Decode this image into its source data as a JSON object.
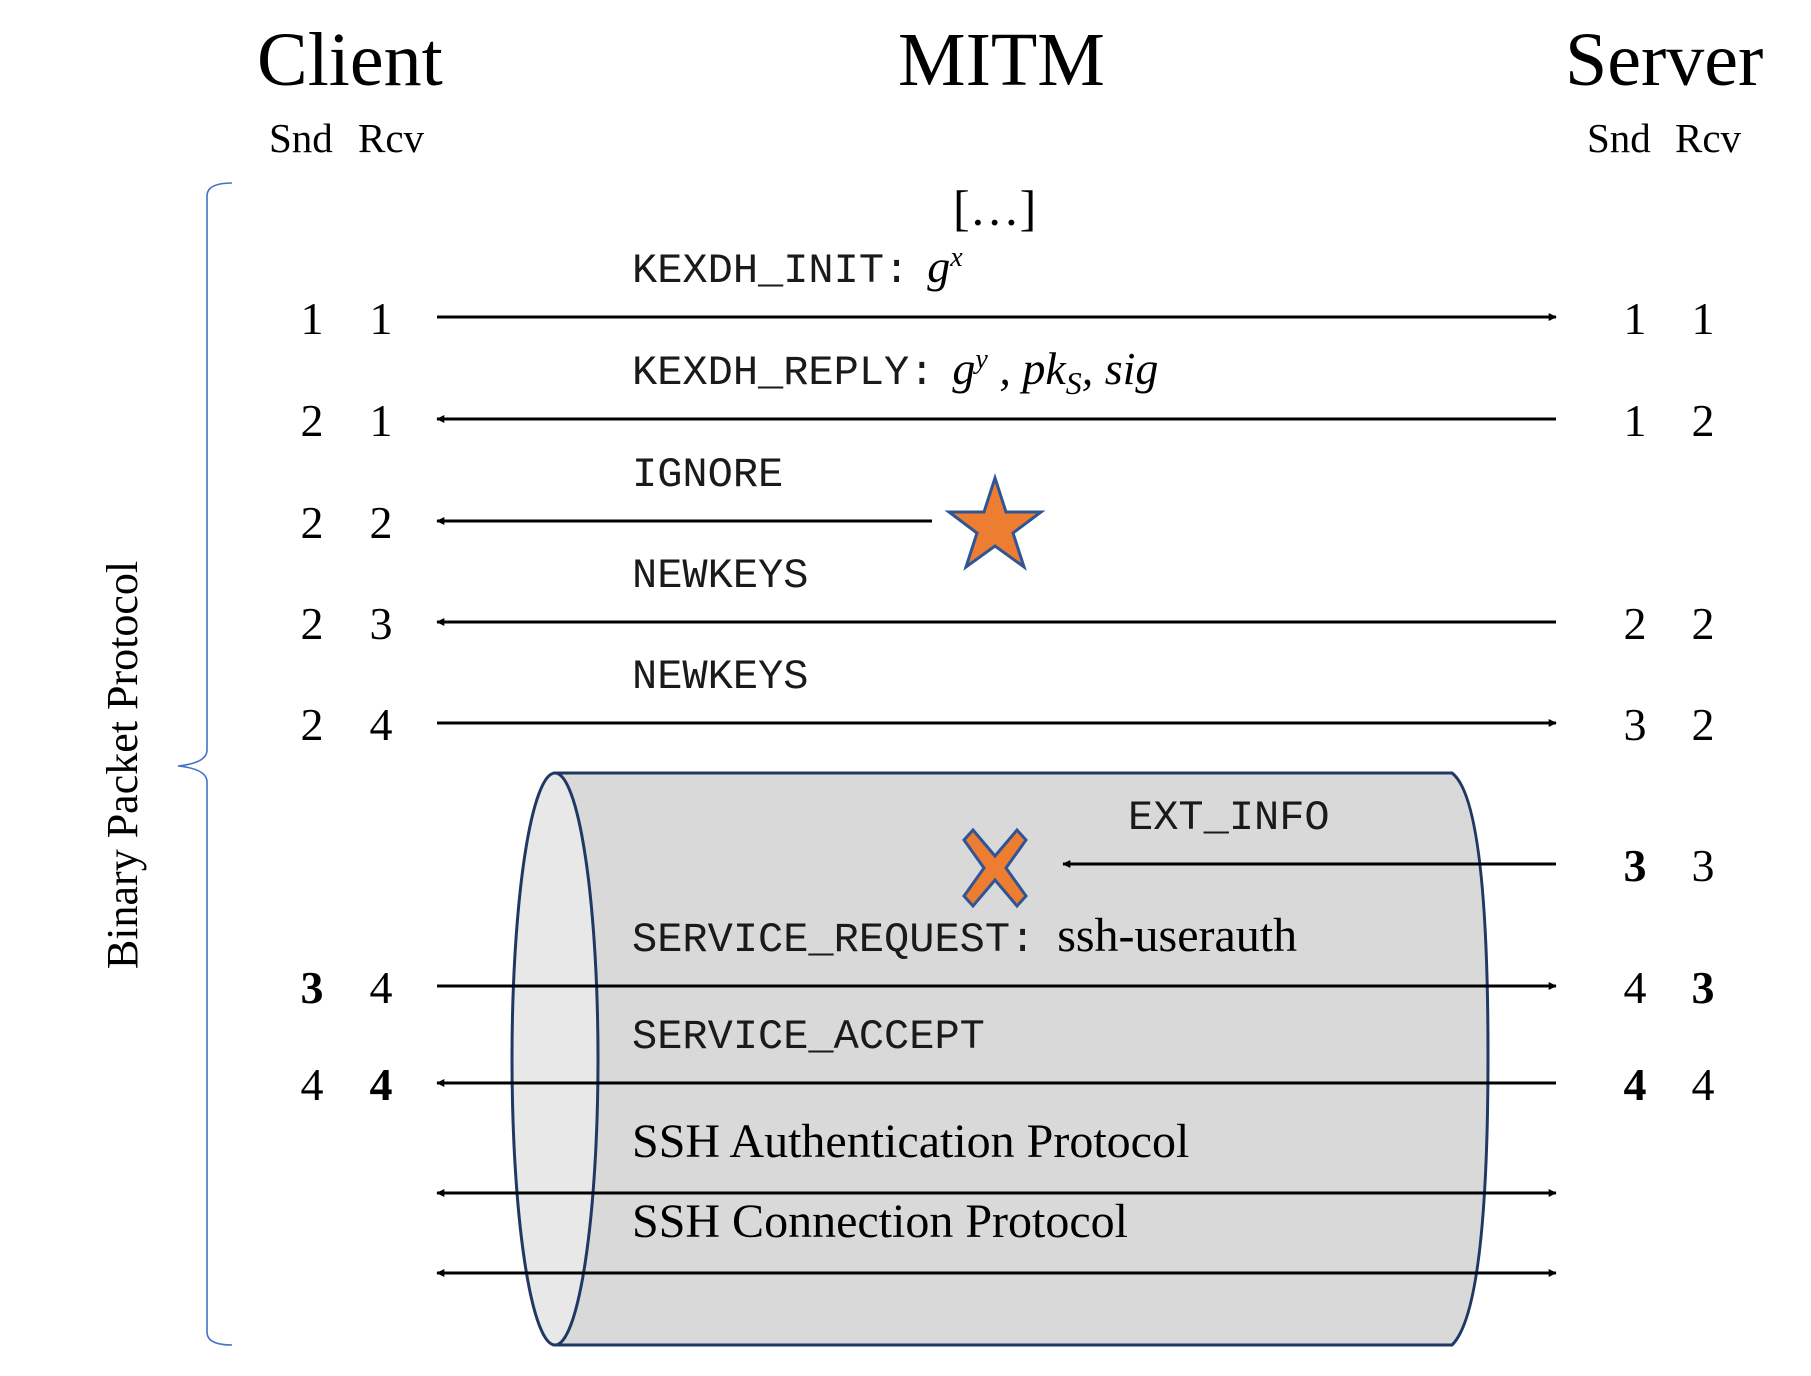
{
  "headers": {
    "client": "Client",
    "mitm": "MITM",
    "server": "Server",
    "client_counters": {
      "snd": "Snd",
      "rcv": "Rcv"
    },
    "server_counters": {
      "snd": "Snd",
      "rcv": "Rcv"
    }
  },
  "ellipsis": "[…]",
  "bracket_label": "Binary Packet Protocol",
  "colors": {
    "bracket": "#4472c4",
    "cylinder_fill": "#d9d9d9",
    "cylinder_cap": "#e8e8e8",
    "cylinder_stroke": "#1f3864",
    "marker_fill": "#ed7d31",
    "marker_stroke": "#2f5597",
    "arrow": "#000000"
  },
  "messages": [
    {
      "label": "KEXDH_INIT:",
      "math": "g",
      "math_sup": "x",
      "direction": "client-to-server",
      "client": {
        "snd": "1",
        "rcv": "1",
        "snd_bold": false,
        "rcv_bold": false
      },
      "server": {
        "snd": "1",
        "rcv": "1",
        "snd_bold": false,
        "rcv_bold": false
      }
    },
    {
      "label": "KEXDH_REPLY:",
      "math": "g",
      "math_sup": "y",
      "math_rest": ", pk",
      "math_sub": "S",
      "math_tail": ", sig",
      "direction": "server-to-client",
      "client": {
        "snd": "2",
        "rcv": "1",
        "snd_bold": false,
        "rcv_bold": false
      },
      "server": {
        "snd": "1",
        "rcv": "2",
        "snd_bold": false,
        "rcv_bold": false
      }
    },
    {
      "label": "IGNORE",
      "direction": "mitm-to-client",
      "marker": "star-icon",
      "client": {
        "snd": "2",
        "rcv": "2",
        "snd_bold": false,
        "rcv_bold": false
      }
    },
    {
      "label": "NEWKEYS",
      "direction": "server-to-client",
      "client": {
        "snd": "2",
        "rcv": "3",
        "snd_bold": false,
        "rcv_bold": false
      },
      "server": {
        "snd": "2",
        "rcv": "2",
        "snd_bold": false,
        "rcv_bold": false
      }
    },
    {
      "label": "NEWKEYS",
      "direction": "client-to-server",
      "client": {
        "snd": "2",
        "rcv": "4",
        "snd_bold": false,
        "rcv_bold": false
      },
      "server": {
        "snd": "3",
        "rcv": "2",
        "snd_bold": false,
        "rcv_bold": false
      }
    },
    {
      "label": "EXT_INFO",
      "direction": "server-to-mitm",
      "marker": "x-cross-icon",
      "server": {
        "snd": "3",
        "rcv": "3",
        "snd_bold": true,
        "rcv_bold": false
      }
    },
    {
      "label": "SERVICE_REQUEST:",
      "extra": "ssh-userauth",
      "direction": "client-to-server",
      "client": {
        "snd": "3",
        "rcv": "4",
        "snd_bold": true,
        "rcv_bold": false
      },
      "server": {
        "snd": "4",
        "rcv": "3",
        "snd_bold": false,
        "rcv_bold": true
      }
    },
    {
      "label": "SERVICE_ACCEPT",
      "direction": "server-to-client",
      "client": {
        "snd": "4",
        "rcv": "4",
        "snd_bold": false,
        "rcv_bold": true
      },
      "server": {
        "snd": "4",
        "rcv": "4",
        "snd_bold": true,
        "rcv_bold": false
      }
    }
  ],
  "protocols": [
    {
      "label": "SSH Authentication Protocol",
      "direction": "bidirectional"
    },
    {
      "label": "SSH Connection Protocol",
      "direction": "bidirectional"
    }
  ]
}
